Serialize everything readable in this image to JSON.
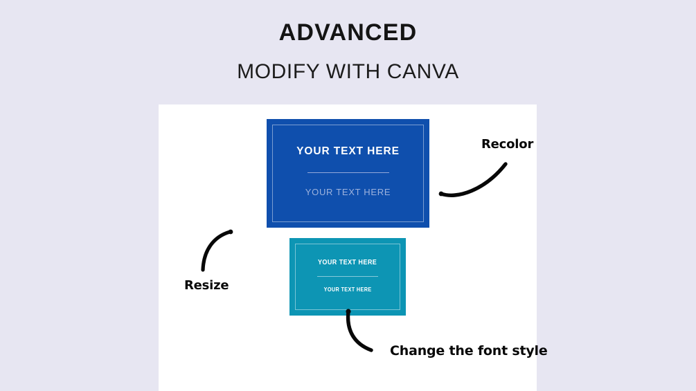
{
  "slide": {
    "background_color": "#e7e6f2",
    "panel_color": "#ffffff"
  },
  "headings": {
    "title": "ADVANCED",
    "subtitle": "MODIFY WITH CANVA"
  },
  "cards": [
    {
      "id": "blue-card",
      "fill_color": "#0f4fad",
      "heading": "YOUR TEXT HERE",
      "subheading": "YOUR TEXT HERE",
      "heading_color": "#ffffff",
      "subheading_color": "#9db2dd",
      "divider_color": "#93a8da"
    },
    {
      "id": "teal-card",
      "fill_color": "#0d95b4",
      "heading": "YOUR TEXT HERE",
      "subheading": "YOUR TEXT HERE",
      "heading_color": "#ffffff",
      "subheading_color": "#ffffff",
      "divider_color": "#7ec4d6"
    }
  ],
  "annotations": [
    {
      "id": "recolor",
      "label": "Recolor",
      "color": "#080808",
      "points_to": "blue-card"
    },
    {
      "id": "resize",
      "label": "Resize",
      "color": "#080808",
      "points_to": "blue-card"
    },
    {
      "id": "font-style",
      "label": "Change the font style",
      "color": "#080808",
      "points_to": "teal-card"
    }
  ]
}
